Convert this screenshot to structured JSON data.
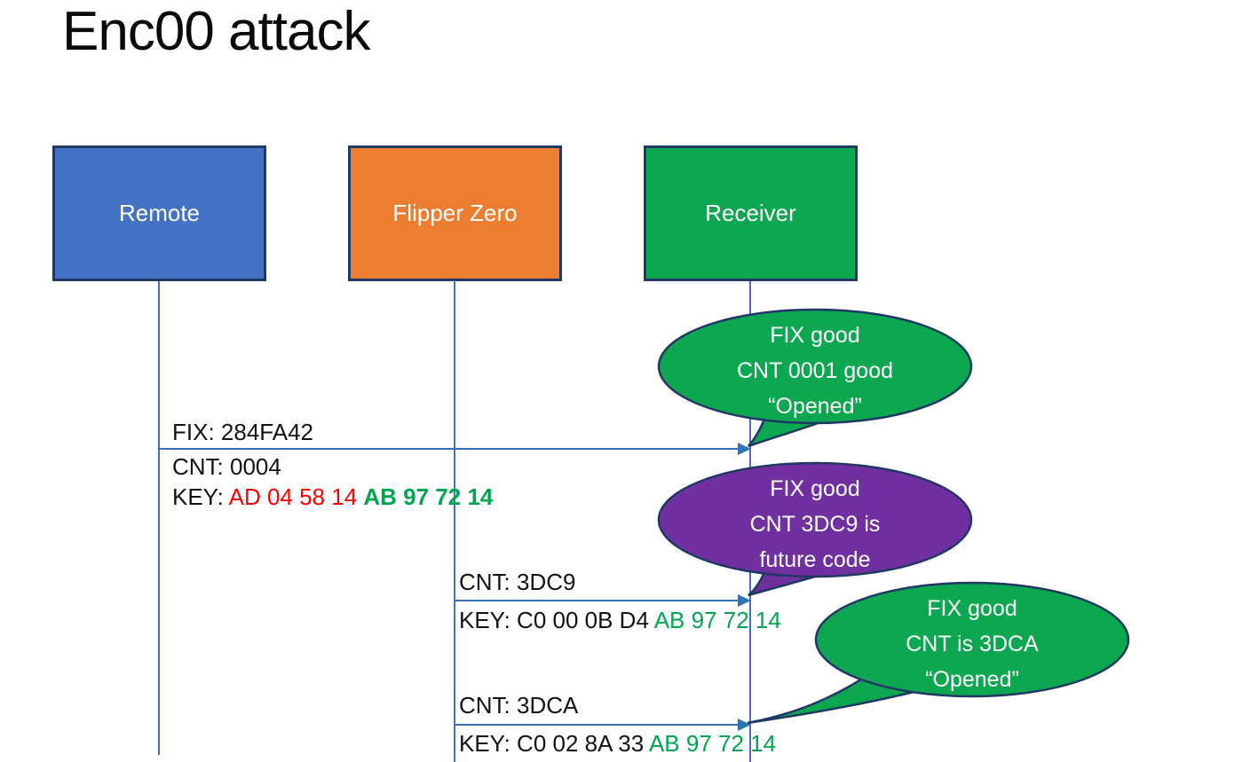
{
  "title": "Enc00 attack",
  "colors": {
    "remote_fill": "#4472C4",
    "flipper_fill": "#ED7D31",
    "receiver_fill": "#0CA750",
    "callout_green": "#0CA750",
    "callout_purple": "#7030A0",
    "shape_border": "#1F3864",
    "line_blue": "#3A6EB5",
    "key_red": "#FF0000",
    "key_green": "#00A64F",
    "text_black": "#121212"
  },
  "actors": [
    {
      "label": "Remote"
    },
    {
      "label": "Flipper Zero"
    },
    {
      "label": "Receiver"
    }
  ],
  "messages": [
    {
      "line_above": "FIX: 284FA42",
      "line_below": "CNT: 0004",
      "key_prefix": "KEY: ",
      "key_red": "AD 04 58 14 ",
      "key_green": "AB 97 72 14"
    },
    {
      "line_above": "CNT: 3DC9",
      "key_prefix": "KEY: C0 00 0B D4 ",
      "key_green": "AB 97 72 14"
    },
    {
      "line_above": "CNT: 3DCA",
      "key_prefix": "KEY: C0 02 8A 33 ",
      "key_green": "AB 97 72 14"
    }
  ],
  "callouts": [
    {
      "color": "green",
      "lines": [
        "FIX good",
        "CNT 0001 good",
        "“Opened”"
      ]
    },
    {
      "color": "purple",
      "lines": [
        "FIX good",
        "CNT 3DC9 is",
        "future code"
      ]
    },
    {
      "color": "green",
      "lines": [
        "FIX good",
        "CNT is 3DCA",
        "“Opened”"
      ]
    }
  ]
}
